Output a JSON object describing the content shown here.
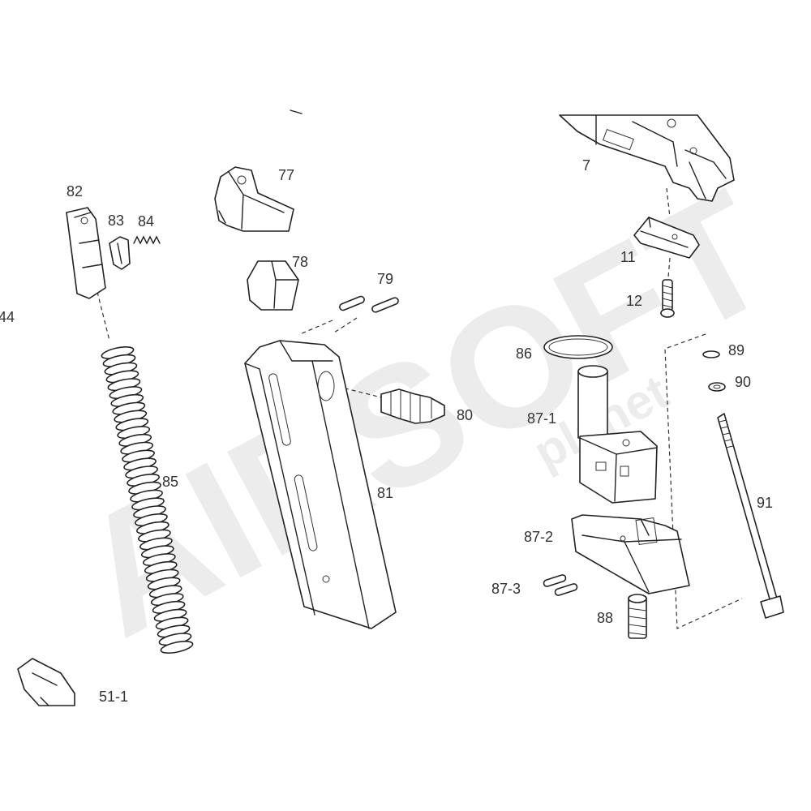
{
  "watermark": {
    "brand": "AIRSOFT",
    "sub": "planet"
  },
  "part_labels": {
    "p7": "7",
    "p11": "11",
    "p12": "12",
    "p44": "44",
    "p51_1": "51-1",
    "p77": "77",
    "p78": "78",
    "p79": "79",
    "p80": "80",
    "p81": "81",
    "p82": "82",
    "p83": "83",
    "p84": "84",
    "p85": "85",
    "p86": "86",
    "p87_1": "87-1",
    "p87_2": "87-2",
    "p87_3": "87-3",
    "p88": "88",
    "p89": "89",
    "p90": "90",
    "p91": "91"
  },
  "colors": {
    "line": "#222222",
    "label": "#333333",
    "background": "#ffffff",
    "watermark": "#000000"
  }
}
